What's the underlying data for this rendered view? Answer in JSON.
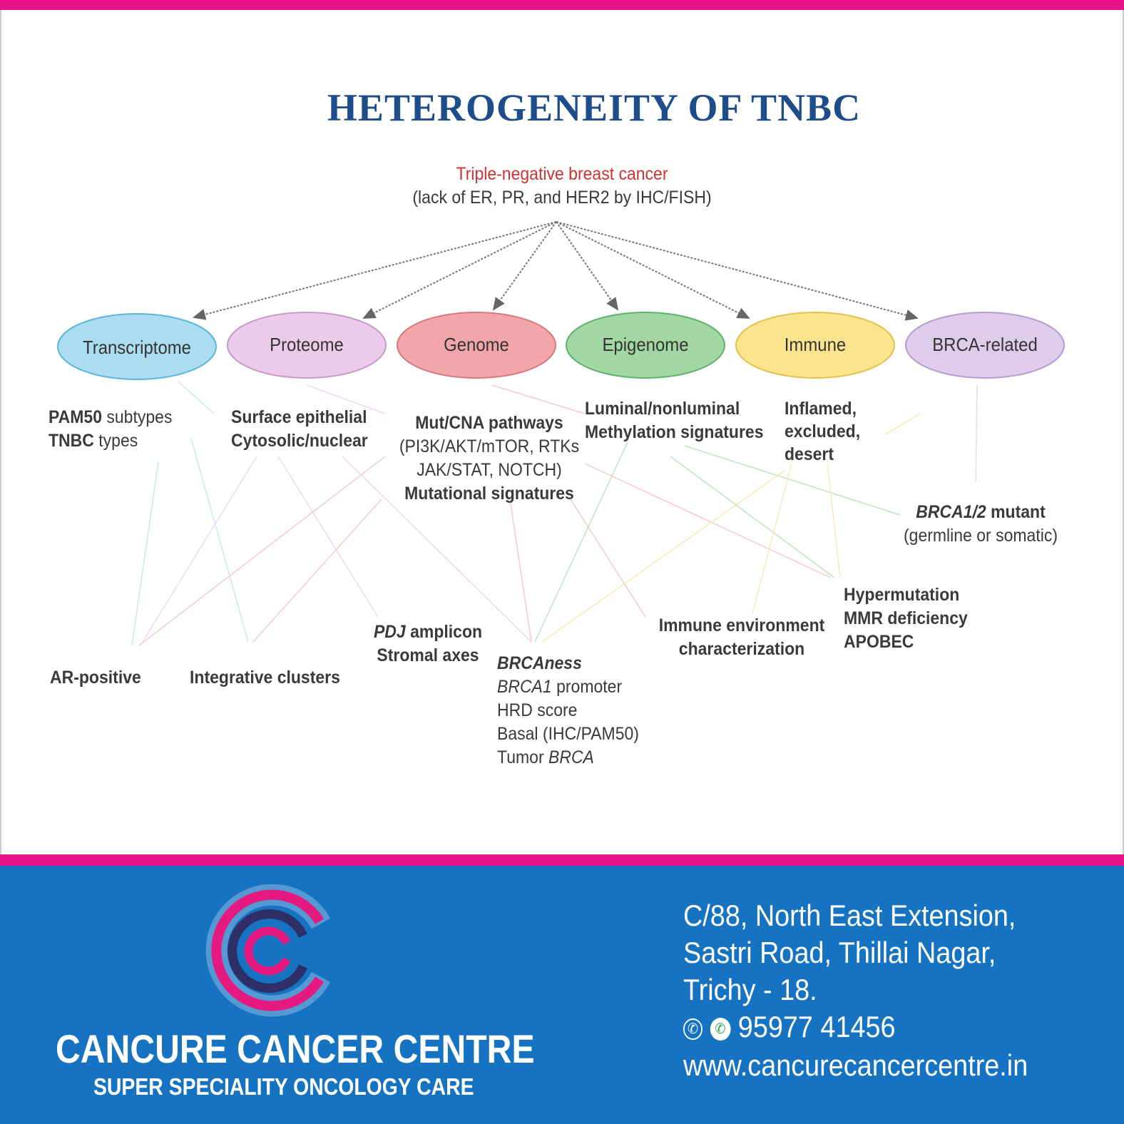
{
  "title": "HETEROGENEITY OF TNBC",
  "root": {
    "line1": "Triple-negative breast cancer",
    "line2": "(lack of ER, PR, and HER2 by IHC/FISH)"
  },
  "nodes": [
    {
      "label": "Transcriptome",
      "fill": "#acdcf0",
      "stroke": "#5ab6dc"
    },
    {
      "label": "Proteome",
      "fill": "#eccaea",
      "stroke": "#c89bc6"
    },
    {
      "label": "Genome",
      "fill": "#f2a6aa",
      "stroke": "#d8787d"
    },
    {
      "label": "Epigenome",
      "fill": "#a2d6a3",
      "stroke": "#5cb36b"
    },
    {
      "label": "Immune",
      "fill": "#fbe48e",
      "stroke": "#e5c04c"
    },
    {
      "label": "BRCA-related",
      "fill": "#dfcbea",
      "stroke": "#b69ccf"
    }
  ],
  "details": {
    "transcriptome": {
      "a_bold": "PAM50",
      "a_rest": " subtypes",
      "b_bold": "TNBC",
      "b_rest": " types"
    },
    "proteome": [
      "Surface epithelial",
      "Cytosolic/nuclear"
    ],
    "genome": [
      "Mut/CNA pathways",
      "(PI3K/AKT/mTOR, RTKs",
      "JAK/STAT, NOTCH)",
      "Mutational signatures"
    ],
    "epigenome": [
      "Luminal/nonluminal",
      "Methylation signatures"
    ],
    "immune": [
      "Inflamed,",
      "excluded,",
      "desert"
    ],
    "brca": {
      "a_italic": "BRCA1/2",
      "a_rest": " mutant",
      "b": "(germline or somatic)"
    }
  },
  "outcomes": {
    "ar": "AR-positive",
    "integrative": "Integrative clusters",
    "pdj": {
      "italic": "PDJ",
      "rest": " amplicon",
      "line2": "Stromal axes"
    },
    "brcaness": {
      "title": "BRCAness",
      "l2_italic": "BRCA1",
      "l2_rest": " promoter",
      "l3": "HRD score",
      "l4": "Basal (IHC/PAM50)",
      "l5_rest": "Tumor ",
      "l5_italic": "BRCA"
    },
    "immune_env": [
      "Immune environment",
      "characterization"
    ],
    "hyper": [
      "Hypermutation",
      "MMR deficiency",
      "APOBEC"
    ]
  },
  "footer": {
    "brand": "CANCURE CANCER CENTRE",
    "tagline": "SUPER SPECIALITY ONCOLOGY CARE",
    "address": [
      "C/88, North East Extension,",
      "Sastri Road, Thillai Nagar,",
      "Trichy - 18."
    ],
    "phone": "95977 41456",
    "website": "www.cancurecancercentre.in"
  },
  "colors": {
    "accent": "#e5128a",
    "footer": "#1673c1",
    "title": "#1e4d8c"
  }
}
